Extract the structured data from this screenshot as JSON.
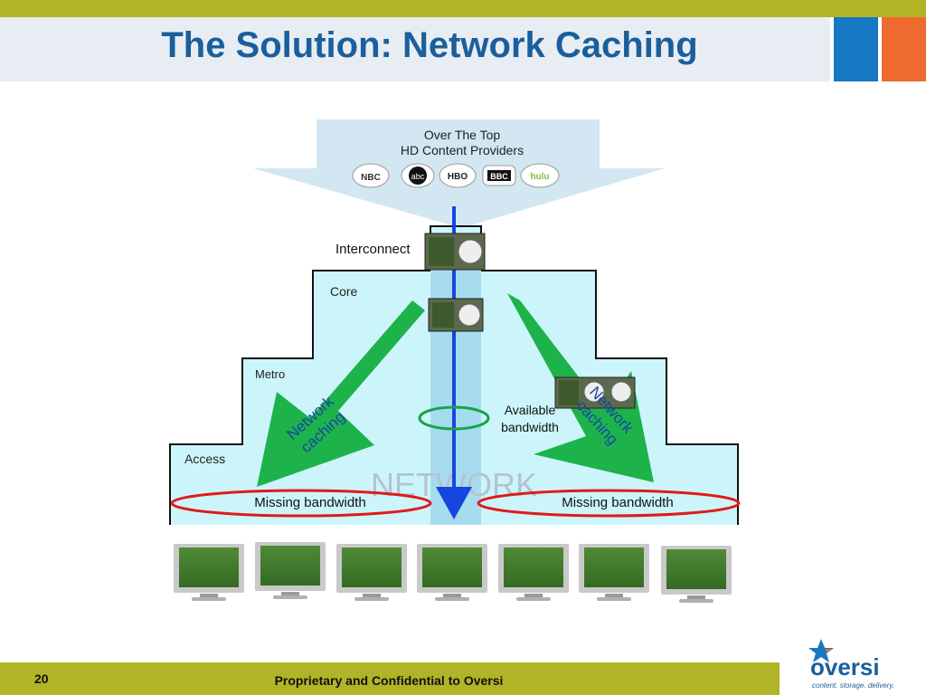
{
  "slide": {
    "title": "The Solution: Network Caching",
    "page_number": "20",
    "footer": "Proprietary and Confidential to Oversi"
  },
  "diagram": {
    "provider_box": {
      "line1": "Over The Top",
      "line2": "HD Content Providers"
    },
    "providers": [
      "NBC",
      "abc",
      "HBO",
      "BBC",
      "hulu"
    ],
    "tiers": {
      "interconnect": "Interconnect",
      "core": "Core",
      "metro": "Metro",
      "access": "Access"
    },
    "network_label": "NETWORK",
    "available_bandwidth": {
      "line1": "Available",
      "line2": "bandwidth"
    },
    "network_caching_left": {
      "line1": "Network",
      "line2": "caching"
    },
    "network_caching_right": {
      "line1": "Network",
      "line2": "caching"
    },
    "missing_bandwidth_left": "Missing bandwidth",
    "missing_bandwidth_right": "Missing bandwidth"
  },
  "logo": {
    "name": "oversi",
    "tagline": "content. storage. delivery."
  },
  "colors": {
    "accent_bar": "#b1b427",
    "title": "#1a5f9c",
    "network_fill": "#ccf5fb",
    "arrow_green": "#1db34a",
    "blue_line": "#1546e0",
    "red_ellipse": "#e01a1a"
  }
}
